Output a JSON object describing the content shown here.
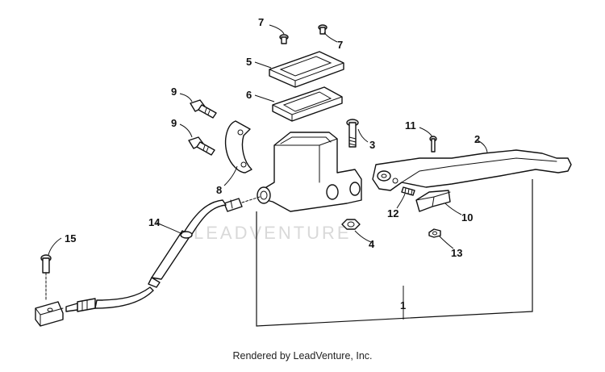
{
  "diagram": {
    "callouts": {
      "c1": "1",
      "c2": "2",
      "c3": "3",
      "c4": "4",
      "c5": "5",
      "c6": "6",
      "c7a": "7",
      "c7b": "7",
      "c8": "8",
      "c9a": "9",
      "c9b": "9",
      "c10": "10",
      "c11": "11",
      "c12": "12",
      "c13": "13",
      "c14": "14",
      "c15": "15"
    },
    "watermark": "LEADVENTURE",
    "footer": "Rendered by LeadVenture, Inc."
  }
}
